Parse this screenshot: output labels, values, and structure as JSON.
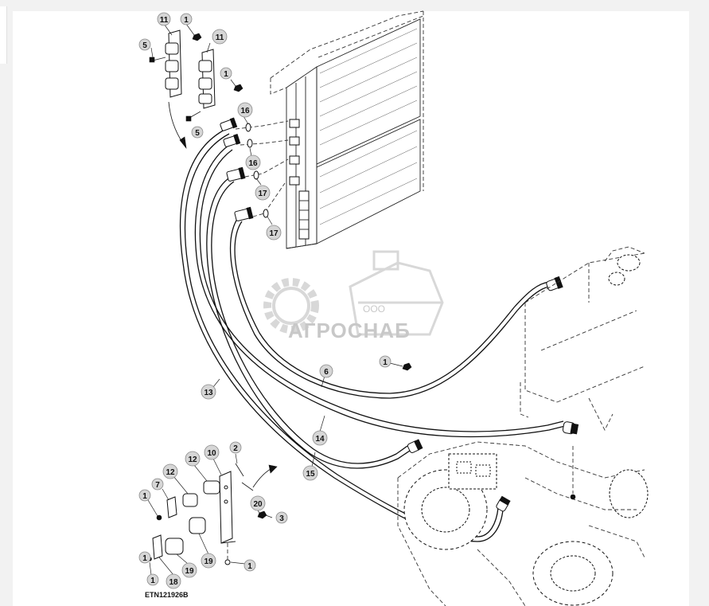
{
  "figure_code": "ETN121926B",
  "watermark": {
    "company_prefix": "ООО",
    "company_name": "АГРОСНАБ",
    "colors": {
      "gear": "#b9b9b9",
      "text": "#9c9c9c"
    }
  },
  "callouts": [
    {
      "id": "c11a",
      "label": "11"
    },
    {
      "id": "c1a",
      "label": "1"
    },
    {
      "id": "c5a",
      "label": "5"
    },
    {
      "id": "c11b",
      "label": "11"
    },
    {
      "id": "c1b",
      "label": "1"
    },
    {
      "id": "c16a",
      "label": "16"
    },
    {
      "id": "c5b",
      "label": "5"
    },
    {
      "id": "c16b",
      "label": "16"
    },
    {
      "id": "c17a",
      "label": "17"
    },
    {
      "id": "c17b",
      "label": "17"
    },
    {
      "id": "c1c",
      "label": "1"
    },
    {
      "id": "c6",
      "label": "6"
    },
    {
      "id": "c13",
      "label": "13"
    },
    {
      "id": "c14",
      "label": "14"
    },
    {
      "id": "c15",
      "label": "15"
    },
    {
      "id": "c10",
      "label": "10"
    },
    {
      "id": "c2",
      "label": "2"
    },
    {
      "id": "c12a",
      "label": "12"
    },
    {
      "id": "c12b",
      "label": "12"
    },
    {
      "id": "c7",
      "label": "7"
    },
    {
      "id": "c1d",
      "label": "1"
    },
    {
      "id": "c20",
      "label": "20"
    },
    {
      "id": "c3",
      "label": "3"
    },
    {
      "id": "c19a",
      "label": "19"
    },
    {
      "id": "c19b",
      "label": "19"
    },
    {
      "id": "c1e",
      "label": "1"
    },
    {
      "id": "c1f",
      "label": "1"
    },
    {
      "id": "c18",
      "label": "18"
    },
    {
      "id": "c1g",
      "label": "1"
    }
  ]
}
